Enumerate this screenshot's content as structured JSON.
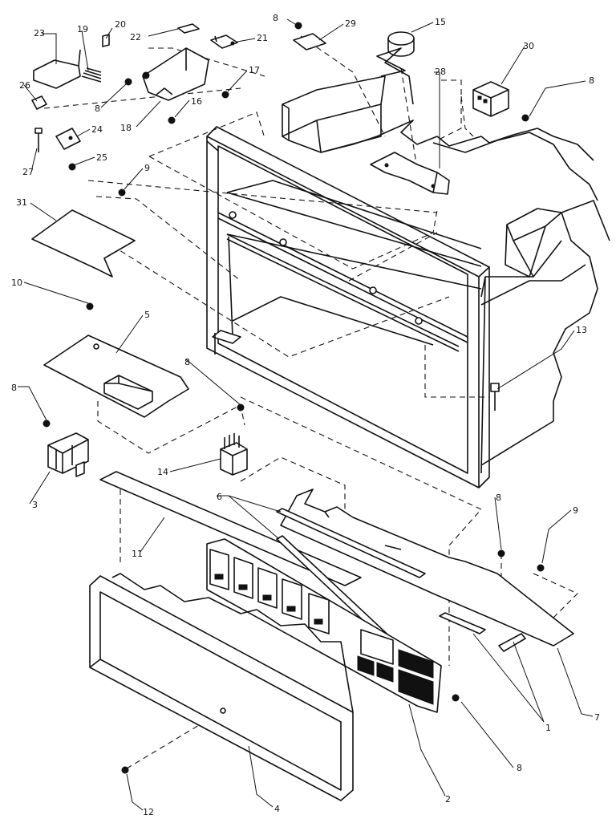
{
  "figure": {
    "callouts": {
      "c1": "1",
      "c2": "2",
      "c3": "3",
      "c4": "4",
      "c5": "5",
      "c6": "6",
      "c7": "7",
      "c8a": "8",
      "c8b": "8",
      "c8c": "8",
      "c8d": "8",
      "c8e": "8",
      "c8f": "8",
      "c8g": "8",
      "c9a": "9",
      "c9b": "9",
      "c10": "10",
      "c11": "11",
      "c12": "12",
      "c13": "13",
      "c14": "14",
      "c15": "15",
      "c16": "16",
      "c17": "17",
      "c18": "18",
      "c19": "19",
      "c20": "20",
      "c21": "21",
      "c22": "22",
      "c23": "23",
      "c24": "24",
      "c25": "25",
      "c26": "26",
      "c27": "27",
      "c28": "28",
      "c29": "29",
      "c30": "30",
      "c31": "31"
    }
  }
}
